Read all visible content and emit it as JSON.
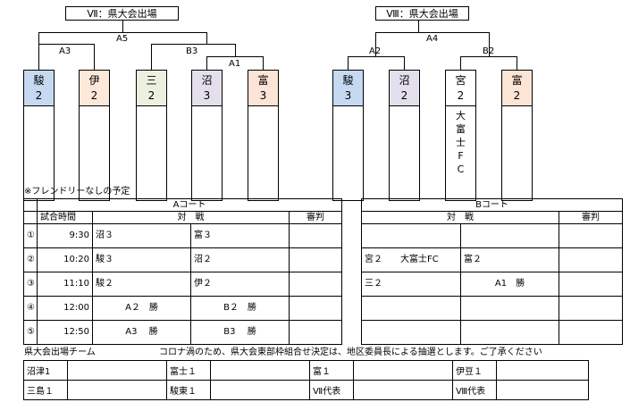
{
  "brackets": [
    {
      "title": "Ⅶ：県大会出場",
      "final_label": "A5",
      "semi_left": "A3",
      "semi_right": "B3",
      "first_round": "A1",
      "teams": [
        {
          "name": "駿",
          "seed": "2",
          "color": "#c6d9f1",
          "note": []
        },
        {
          "name": "伊",
          "seed": "2",
          "color": "#fde9d9",
          "note": []
        },
        {
          "name": "三",
          "seed": "2",
          "color": "#ebf1de",
          "note": []
        },
        {
          "name": "沼",
          "seed": "3",
          "color": "#e4dfec",
          "note": []
        },
        {
          "name": "富",
          "seed": "3",
          "color": "#fce4d6",
          "note": []
        }
      ]
    },
    {
      "title": "Ⅷ：県大会出場",
      "final_label": "A4",
      "semi_left": "A2",
      "semi_right": "B2",
      "teams": [
        {
          "name": "駿",
          "seed": "3",
          "color": "#c6d9f1",
          "note": []
        },
        {
          "name": "沼",
          "seed": "2",
          "color": "#e4dfec",
          "note": []
        },
        {
          "name": "宮",
          "seed": "2",
          "color": "#ffffff",
          "note": [
            "大",
            "富",
            "士",
            "F",
            "C"
          ]
        },
        {
          "name": "富",
          "seed": "2",
          "color": "#fce4d6",
          "note": []
        }
      ]
    }
  ],
  "no_friendly_note": "※フレンドリーなしの予定",
  "schedule": {
    "court_a": "Aコート",
    "court_b": "Bコート",
    "col_time": "試合時間",
    "col_match": "対　戦",
    "col_referee": "審判",
    "rows": [
      {
        "no": "①",
        "time": "9:30",
        "a1": "沼３",
        "a2": "富３",
        "b1": "",
        "b2": ""
      },
      {
        "no": "②",
        "time": "10:20",
        "a1": "駿３",
        "a2": "沼２",
        "b1": "宮２　　大富士FC",
        "b2": "富２"
      },
      {
        "no": "③",
        "time": "11:10",
        "a1": "駿２",
        "a2": "伊２",
        "b1": "三２",
        "b2": "A1　勝"
      },
      {
        "no": "④",
        "time": "12:00",
        "a1": "A２　勝",
        "a2": "B２　勝",
        "b1": "",
        "b2": ""
      },
      {
        "no": "⑤",
        "time": "12:50",
        "a1": "A3　 勝",
        "a2": "B3　 勝",
        "b1": "",
        "b2": ""
      }
    ]
  },
  "qualified": {
    "title": "県大会出場チーム",
    "notice": "コロナ渦のため、県大会東部枠組合せ決定は、地区委員長による抽選とします。ご了承ください",
    "rows": [
      [
        "沼津1",
        "富士１",
        "富１",
        "伊豆１"
      ],
      [
        "三島１",
        "駿東１",
        "Ⅶ代表",
        "Ⅷ代表"
      ]
    ]
  }
}
